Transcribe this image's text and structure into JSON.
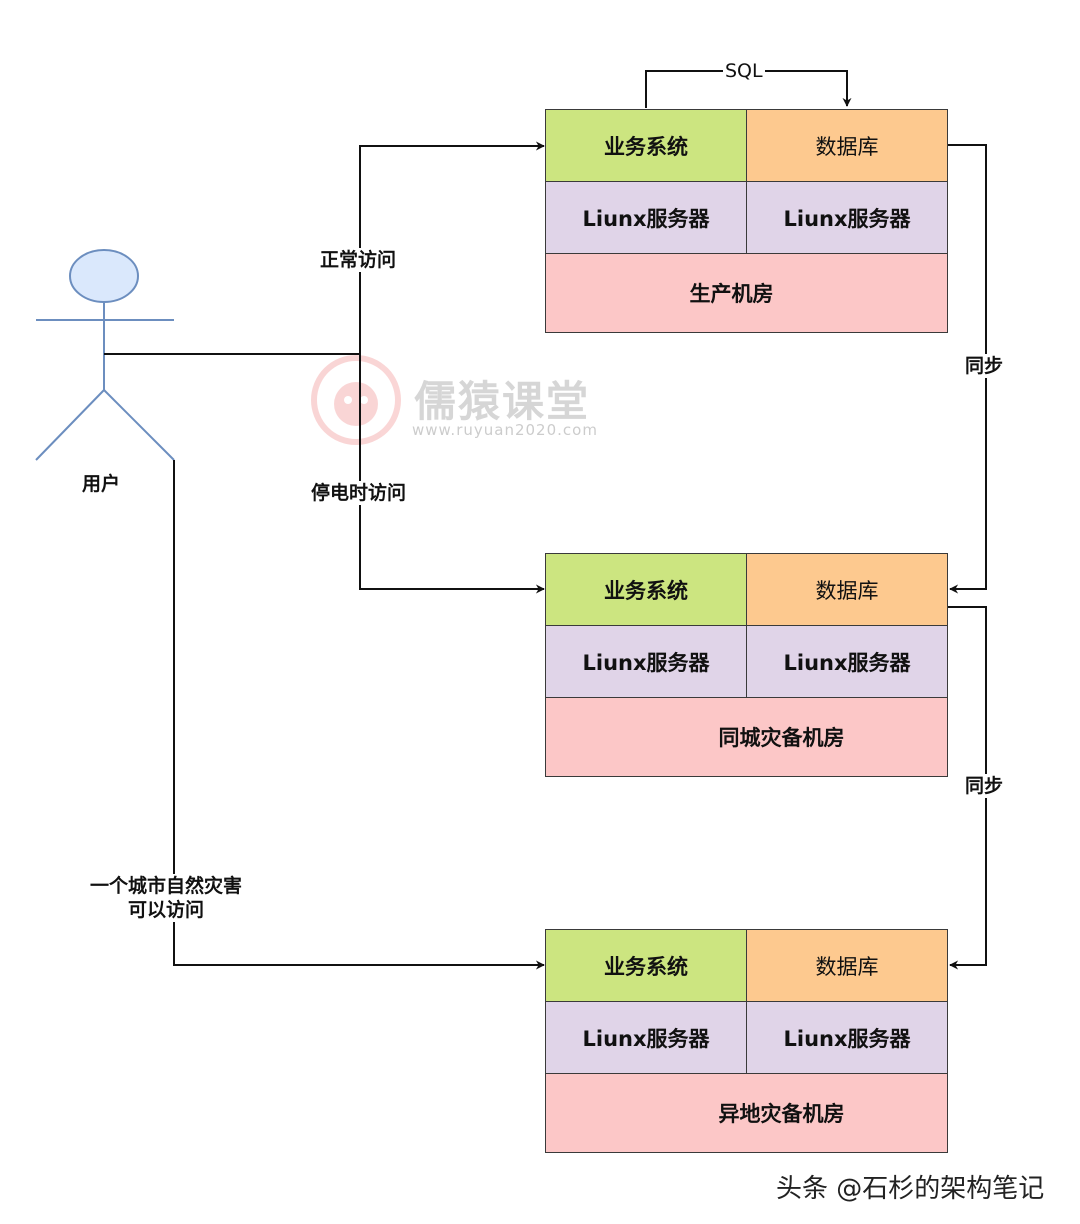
{
  "user": {
    "label": "用户"
  },
  "flows": {
    "normal": "正常访问",
    "power_outage": "停电时访问",
    "disaster_line1": "一个城市自然灾害",
    "disaster_line2": "可以访问",
    "sql": "SQL",
    "sync": "同步"
  },
  "rooms": [
    {
      "business": "业务系统",
      "database": "数据库",
      "server_left": "Liunx服务器",
      "server_right": "Liunx服务器",
      "name": "生产机房"
    },
    {
      "business": "业务系统",
      "database": "数据库",
      "server_left": "Liunx服务器",
      "server_right": "Liunx服务器",
      "name": "同城灾备机房"
    },
    {
      "business": "业务系统",
      "database": "数据库",
      "server_left": "Liunx服务器",
      "server_right": "Liunx服务器",
      "name": "异地灾备机房"
    }
  ],
  "watermark": {
    "name": "儒猿课堂",
    "url": "www.ruyuan2020.com"
  },
  "footer": "头条 @石杉的架构笔记",
  "colors": {
    "business": "#cce580",
    "database": "#fdc98f",
    "server": "#e0d4e8",
    "room": "#fcc7c7",
    "actor": "#dae8fc",
    "actor_stroke": "#6c8ebf"
  }
}
